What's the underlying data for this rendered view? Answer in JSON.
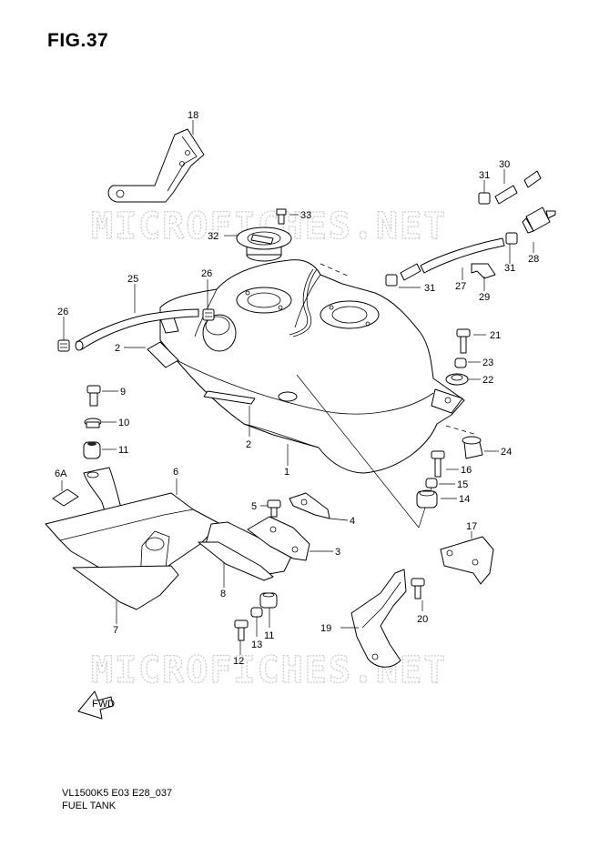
{
  "figure": {
    "title": "FIG.37",
    "model_code": "VL1500K5 E03 E28_037",
    "caption": "FUEL TANK"
  },
  "watermark": {
    "text": "MICROFICHES.NET",
    "color": "#c8c8c8"
  },
  "fwd_label": "FWD",
  "callouts": [
    {
      "id": "p1",
      "label": "1"
    },
    {
      "id": "p2a",
      "label": "2"
    },
    {
      "id": "p2b",
      "label": "2"
    },
    {
      "id": "p3",
      "label": "3"
    },
    {
      "id": "p4",
      "label": "4"
    },
    {
      "id": "p5",
      "label": "5"
    },
    {
      "id": "p6",
      "label": "6"
    },
    {
      "id": "p6a",
      "label": "6A"
    },
    {
      "id": "p7",
      "label": "7"
    },
    {
      "id": "p8",
      "label": "8"
    },
    {
      "id": "p9",
      "label": "9"
    },
    {
      "id": "p10",
      "label": "10"
    },
    {
      "id": "p11a",
      "label": "11"
    },
    {
      "id": "p11b",
      "label": "11"
    },
    {
      "id": "p12",
      "label": "12"
    },
    {
      "id": "p13",
      "label": "13"
    },
    {
      "id": "p14",
      "label": "14"
    },
    {
      "id": "p15",
      "label": "15"
    },
    {
      "id": "p16",
      "label": "16"
    },
    {
      "id": "p17",
      "label": "17"
    },
    {
      "id": "p18",
      "label": "18"
    },
    {
      "id": "p19",
      "label": "19"
    },
    {
      "id": "p20",
      "label": "20"
    },
    {
      "id": "p21",
      "label": "21"
    },
    {
      "id": "p22",
      "label": "22"
    },
    {
      "id": "p23",
      "label": "23"
    },
    {
      "id": "p24",
      "label": "24"
    },
    {
      "id": "p25",
      "label": "25"
    },
    {
      "id": "p26a",
      "label": "26"
    },
    {
      "id": "p26b",
      "label": "26"
    },
    {
      "id": "p27",
      "label": "27"
    },
    {
      "id": "p28",
      "label": "28"
    },
    {
      "id": "p29",
      "label": "29"
    },
    {
      "id": "p30",
      "label": "30"
    },
    {
      "id": "p31a",
      "label": "31"
    },
    {
      "id": "p31b",
      "label": "31"
    },
    {
      "id": "p31c",
      "label": "31"
    },
    {
      "id": "p32",
      "label": "32"
    },
    {
      "id": "p33",
      "label": "33"
    }
  ]
}
